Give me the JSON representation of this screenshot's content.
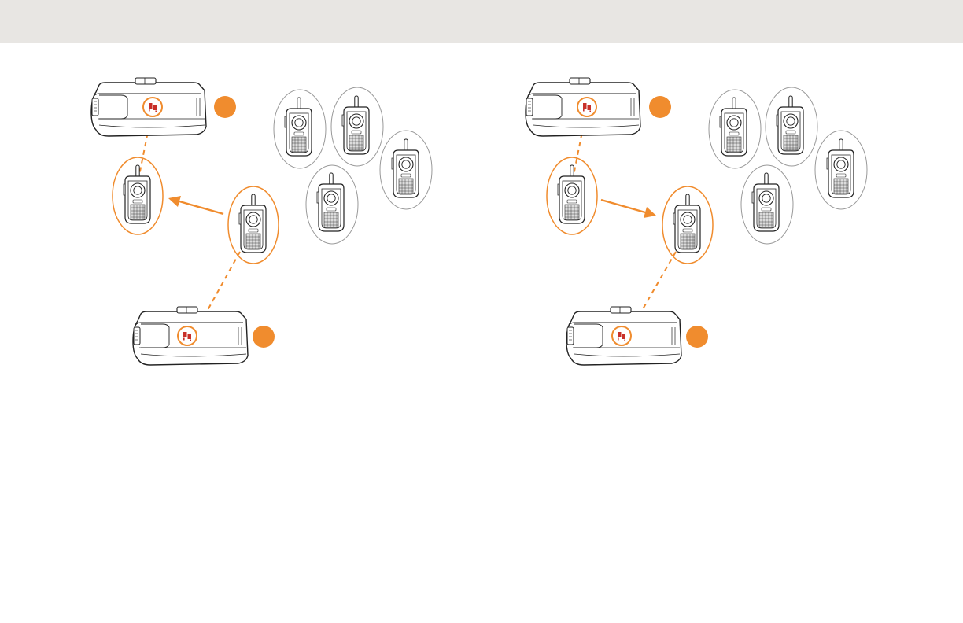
{
  "page": {
    "header_bar_color": "#e8e6e3"
  },
  "colors": {
    "accent": "#f08c2e",
    "line": "#222222",
    "neutral_ring": "#999999",
    "device_fill": "#ffffff",
    "keypad": "#dcdcdc"
  },
  "diagrams": [
    {
      "id": "left-panel",
      "arrow_direction": "toward-first-radio",
      "markers": [
        "filled-circle",
        "filled-circle"
      ],
      "devices": [
        "pairing-dock",
        "pairing-dock"
      ],
      "radios_highlighted": 2,
      "radios_in_group": 4
    },
    {
      "id": "right-panel",
      "arrow_direction": "toward-second-radio",
      "markers": [
        "filled-circle",
        "filled-circle"
      ],
      "devices": [
        "pairing-dock",
        "pairing-dock"
      ],
      "radios_highlighted": 2,
      "radios_in_group": 4
    }
  ],
  "icons": {
    "pairing": "pairing-icon",
    "radio": "radio-icon",
    "dock": "dock-icon"
  }
}
